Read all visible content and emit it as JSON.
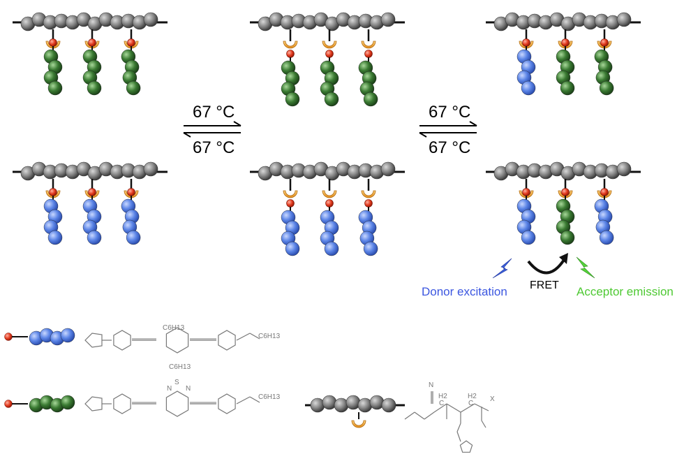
{
  "arrows": {
    "left": {
      "top_label": "67 °C",
      "bottom_label": "67 °C"
    },
    "right": {
      "top_label": "67 °C",
      "bottom_label": "67 °C"
    }
  },
  "annotations": {
    "donor": "Donor excitation",
    "fret": "FRET",
    "acceptor": "Acceptor emission"
  },
  "colors": {
    "backbone": "#7a7a7a",
    "donor": "#5b84e6",
    "acceptor": "#2f6b2a",
    "anchor": "#e23a1e",
    "furan_cup": "#f0a030",
    "donor_text": "#3b56e0",
    "acceptor_text": "#4ec933"
  },
  "chemistry": {
    "donor_substituents": [
      "C6H13",
      "C6H13",
      "C6H13"
    ],
    "acceptor_substituents": [
      "S",
      "N",
      "N",
      "C6H13"
    ],
    "polymer_labels": [
      "N",
      "H2",
      "C",
      "H2",
      "C",
      "X"
    ]
  }
}
